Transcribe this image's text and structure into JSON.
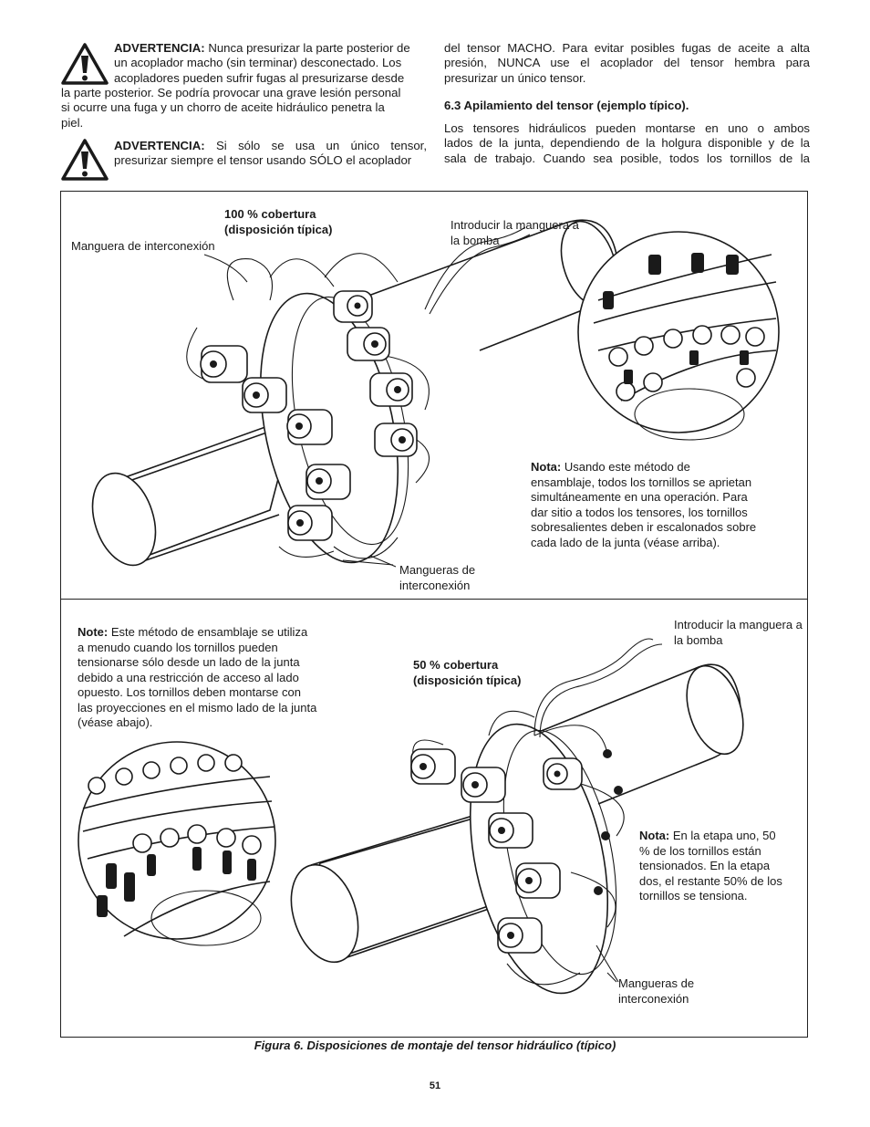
{
  "warnings": [
    {
      "label": "ADVERTENCIA:",
      "text_lines": [
        "Nunca presurizar la parte posterior de",
        "un acoplador macho (sin terminar) desconectado. Los",
        "acopladores pueden sufrir fugas al presurizarse desde"
      ],
      "full_lines": [
        "la parte posterior. Se podría provocar una grave lesión personal",
        "si ocurre una fuga y un chorro de aceite hidráulico penetra la",
        "piel."
      ]
    },
    {
      "label": "ADVERTENCIA:",
      "text_lines": [
        "Si sólo se usa un único tensor,",
        "presurizar siempre el tensor usando SÓLO el acoplador"
      ]
    }
  ],
  "right_column": {
    "continued_lines": [
      "del tensor MACHO. Para evitar posibles fugas de aceite a alta",
      "presión, NUNCA use el acoplador del tensor hembra para",
      "presurizar un único tensor."
    ],
    "section_heading": "6.3  Apilamiento del tensor (ejemplo típico).",
    "section_lines": [
      "Los tensores hidráulicos pueden montarse en uno o ambos",
      "lados de la junta, dependiendo de la holgura disponible y de la",
      "sala de trabajo. Cuando sea posible, todos los tornillos de la"
    ]
  },
  "figure_top": {
    "title_line1": "100 % cobertura",
    "title_line2": "(disposición típica)",
    "label_hose": "Manguera de interconexión",
    "label_pump_line1": "Introducir la manguera a",
    "label_pump_line2": "la bomba",
    "label_hoses_line1": "Mangueras de",
    "label_hoses_line2": "interconexión",
    "note_label": "Nota:",
    "note_lines": [
      " Usando este método de",
      "ensamblaje, todos los tornillos se aprietan",
      "simultáneamente en una operación. Para",
      "dar sitio a todos los tensores, los tornillos",
      "sobresalientes deben ir escalonados sobre",
      "cada lado de la junta (véase arriba)."
    ]
  },
  "figure_bottom": {
    "note_label": "Note:",
    "note_lines": [
      " Este método de ensamblaje se utiliza",
      "a menudo cuando los tornillos pueden",
      "tensionarse sólo desde un lado de la junta",
      "debido a una restricción de acceso al lado",
      "opuesto. Los tornillos deben montarse con",
      "las proyecciones en el mismo lado de la junta",
      "(véase abajo)."
    ],
    "title_line1": "50 % cobertura",
    "title_line2": "(disposición típica)",
    "label_pump_line1": "Introducir la manguera a",
    "label_pump_line2": "la bomba",
    "note2_label": "Nota:",
    "note2_lines": [
      " En la etapa uno, 50",
      "% de los tornillos están",
      "tensionados. En la etapa",
      "dos, el restante 50% de los",
      "tornillos se tensiona."
    ],
    "label_hoses_line1": "Mangueras de",
    "label_hoses_line2": "interconexión"
  },
  "caption": "Figura 6. Disposiciones de montaje del tensor hidráulico  (típico)",
  "page_number": "51",
  "icons": {
    "warning": "warning-triangle-icon"
  }
}
